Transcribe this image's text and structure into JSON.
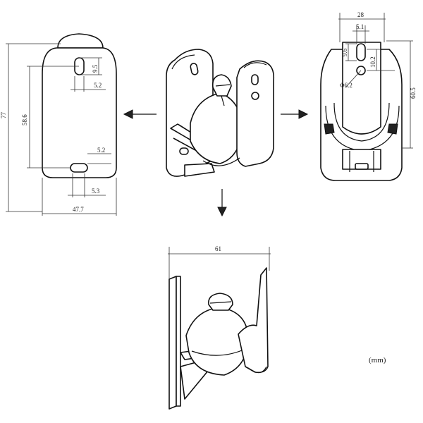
{
  "front_view": {
    "height_total": "77",
    "height_inner": "58.6",
    "top_slot_height": "9.5",
    "top_slot_width": "5.2",
    "bottom_slot_height": "5.2",
    "bottom_slot_width": "5.3",
    "width": "47.7"
  },
  "side_view": {
    "width": "28",
    "slot_width": "5.1",
    "slot_height": "9.6",
    "hole_offset": "10.2",
    "hole_diameter": "Φ6.2",
    "height": "60.5"
  },
  "bottom_view": {
    "depth": "61"
  },
  "unit_label": "(mm)",
  "colors": {
    "line": "#111111",
    "dimension": "#333333",
    "background": "#ffffff"
  }
}
